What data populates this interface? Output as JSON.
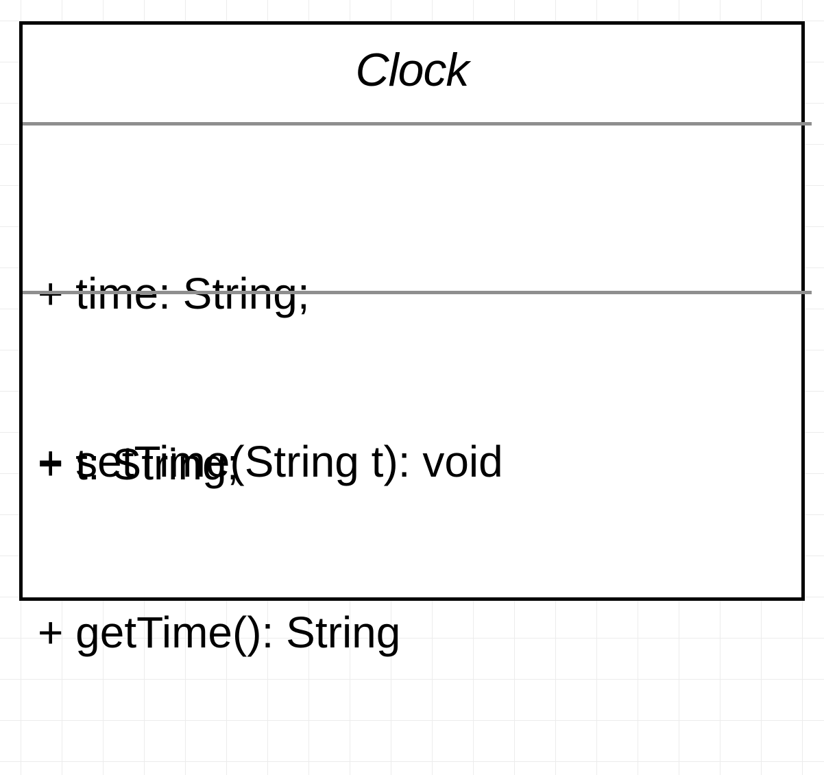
{
  "class": {
    "name": "Clock",
    "attributes": [
      "+ time: String;",
      "+ t: String;"
    ],
    "operations": [
      "+ setTime(String t): void",
      "+ getTime(): String"
    ]
  },
  "colors": {
    "border": "#000000",
    "divider": "#8f8f8f",
    "grid": "#ececec",
    "background": "#ffffff"
  }
}
